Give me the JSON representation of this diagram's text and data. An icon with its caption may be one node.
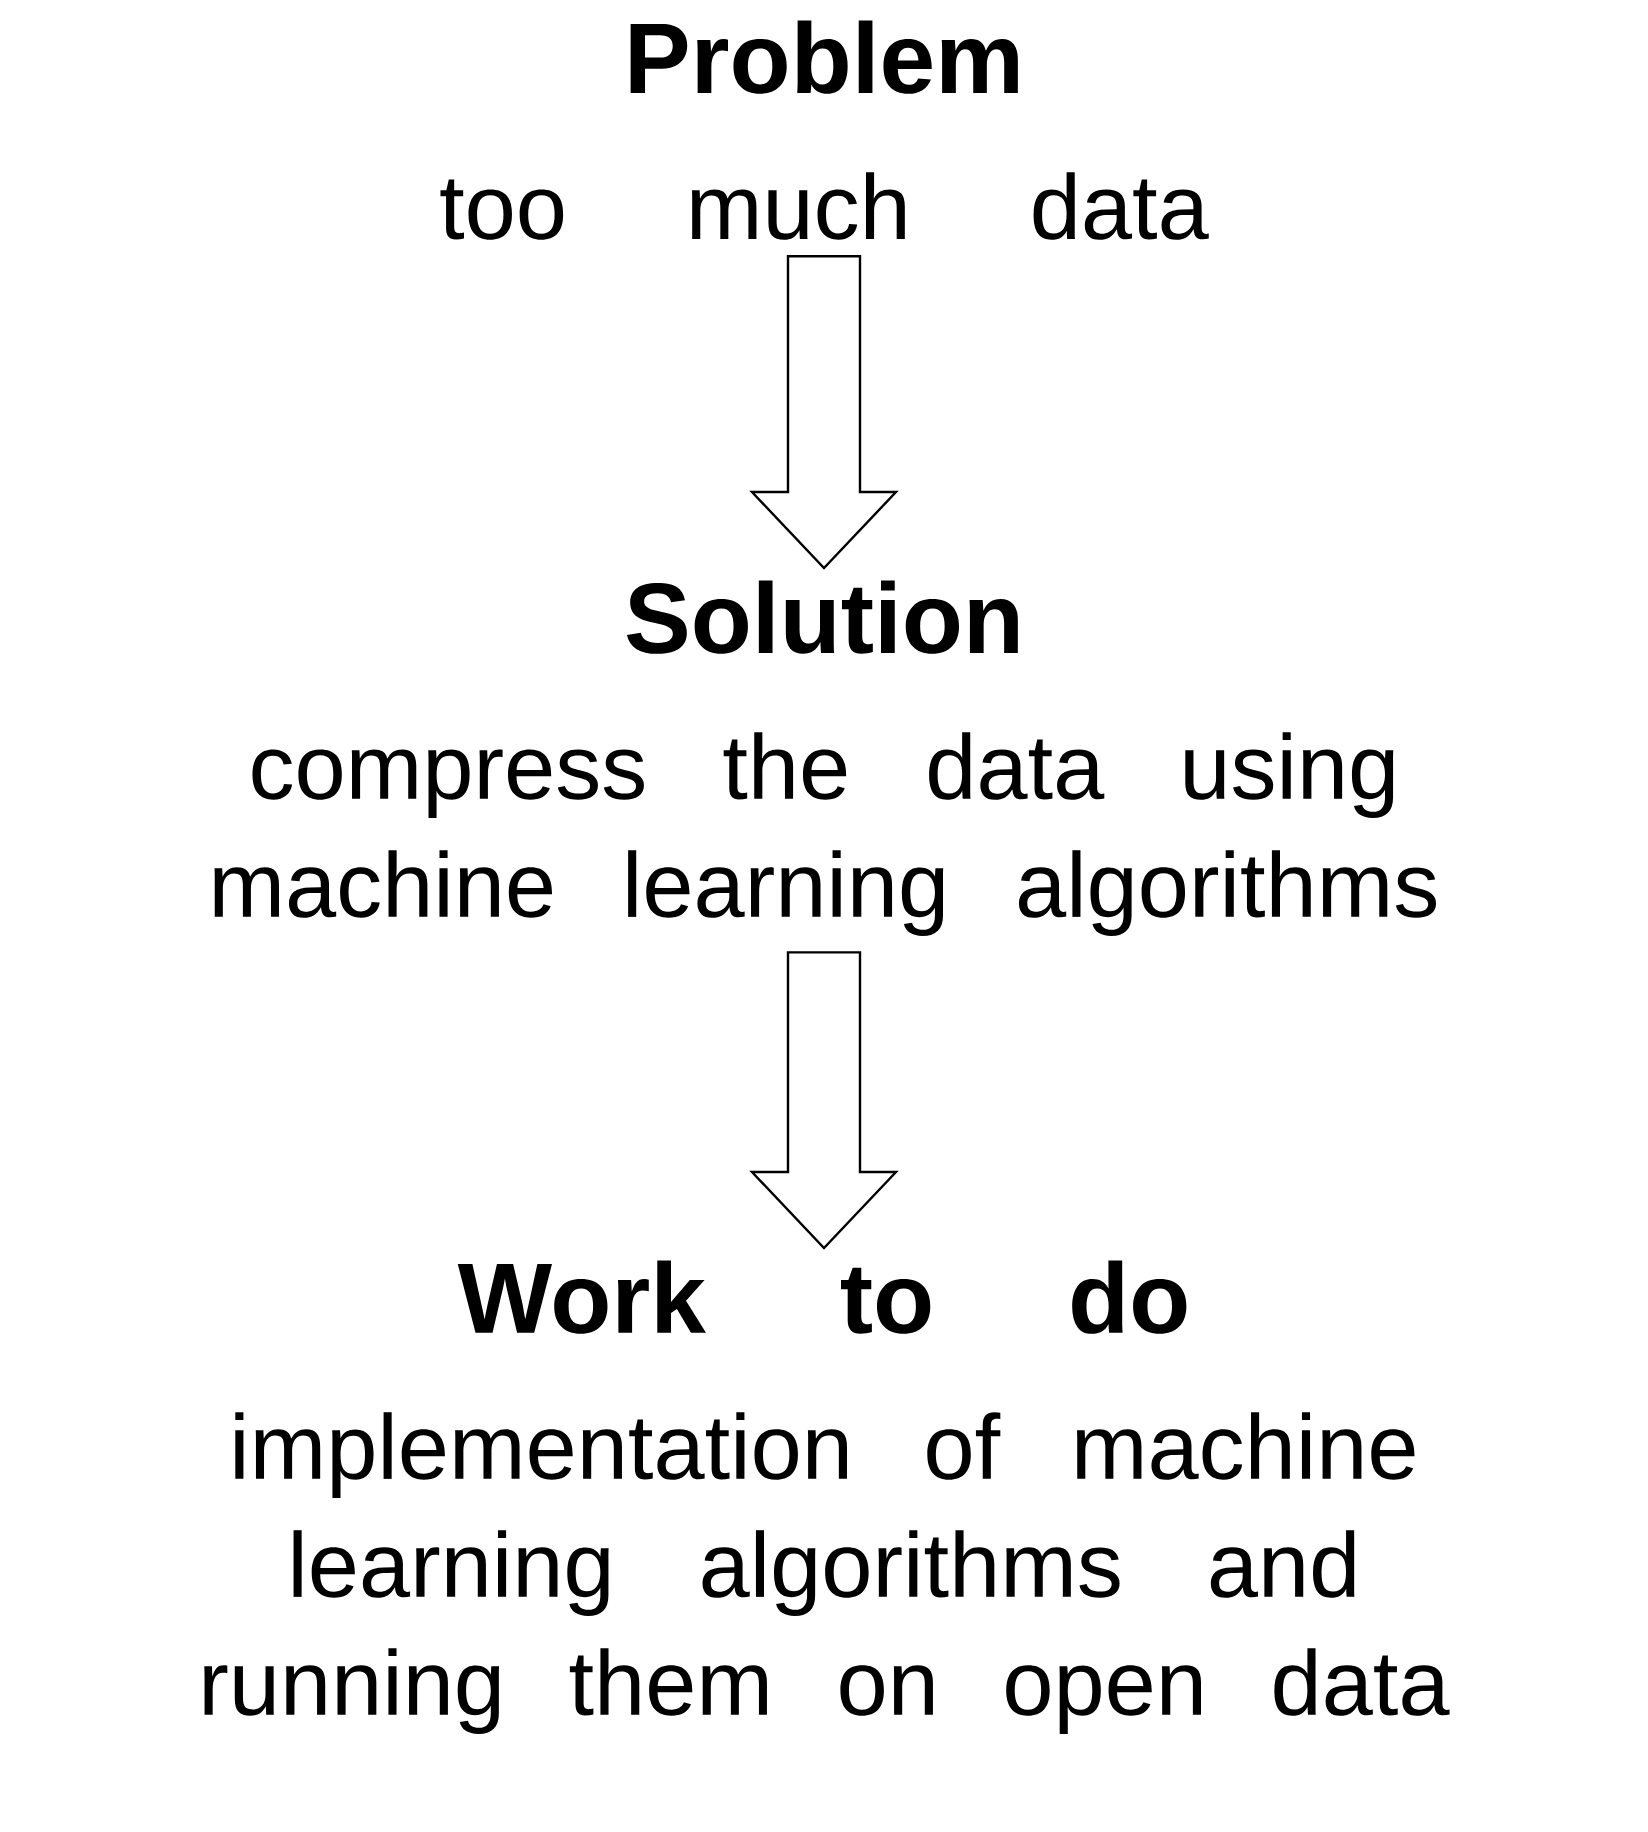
{
  "diagram": {
    "nodes": [
      {
        "text": [
          "Problem",
          "too much data"
        ]
      },
      {
        "text": [
          "Solution",
          "compress the data using machine learning algorithms"
        ]
      },
      {
        "text": [
          "Work to do",
          "implementation of machine learning algorithms and running them on open data"
        ]
      }
    ],
    "edges": [
      {
        "from": 0,
        "to": 1,
        "arrow": "to"
      },
      {
        "from": 1,
        "to": 2,
        "arrow": "to"
      }
    ]
  }
}
